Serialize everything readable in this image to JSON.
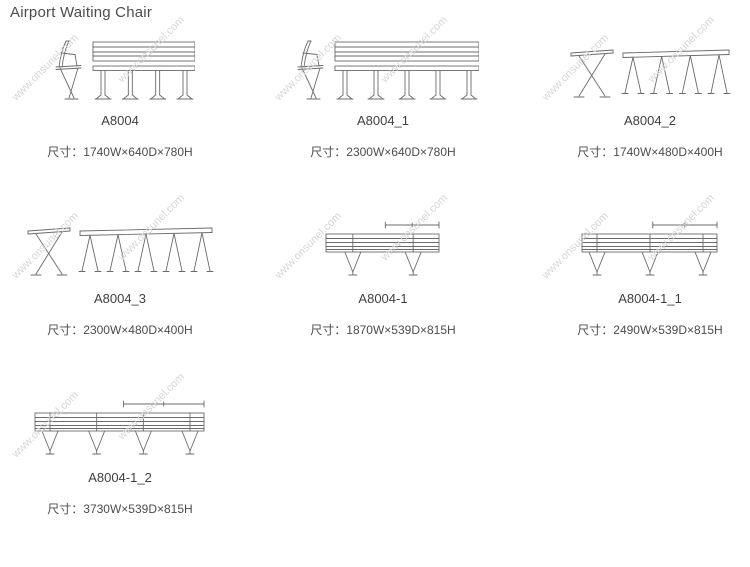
{
  "page": {
    "title": "Airport Waiting Chair"
  },
  "watermark": "www.onsunel.com",
  "products": [
    {
      "model": "A8004",
      "size": "尺寸：1740W×640D×780H",
      "drawing": "bench-with-backrest"
    },
    {
      "model": "A8004_1",
      "size": "尺寸：2300W×640D×780H",
      "drawing": "bench-with-backrest-long"
    },
    {
      "model": "A8004_2",
      "size": "尺寸：1740W×480D×400H",
      "drawing": "backless-bench"
    },
    {
      "model": "A8004_3",
      "size": "尺寸：2300W×480D×400H",
      "drawing": "backless-bench-long"
    },
    {
      "model": "A8004-1",
      "size": "尺寸：1870W×539D×815H",
      "drawing": "beam-bench-2-legs"
    },
    {
      "model": "A8004-1_1",
      "size": "尺寸：2490W×539D×815H",
      "drawing": "beam-bench-3-legs"
    },
    {
      "model": "A8004-1_2",
      "size": "尺寸：3730W×539D×815H",
      "drawing": "beam-bench-4-legs"
    }
  ]
}
